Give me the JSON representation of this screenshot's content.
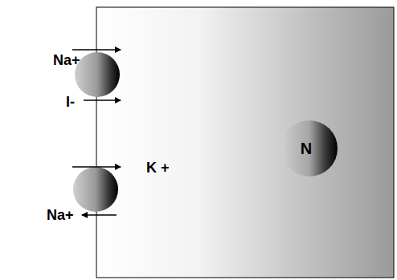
{
  "diagram": {
    "nodes": [
      {
        "text": [
          "N"
        ]
      }
    ],
    "labels": [
      "Na+",
      "I-",
      "K +",
      "Na+"
    ]
  }
}
